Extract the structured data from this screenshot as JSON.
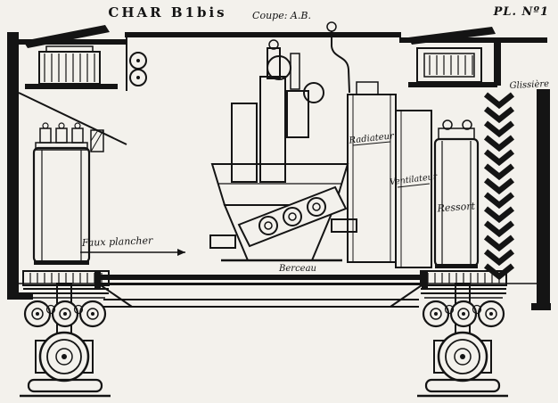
{
  "header": {
    "title": "CHAR B1bis",
    "section_cut": "Coupe: A.B.",
    "plate_number": "PL. Nº1"
  },
  "labels": {
    "glissiere": "Glissière",
    "radiateur": "Radiateur",
    "ventilateur": "Ventilateur",
    "ressort": "Ressort",
    "faux_plancher": "Faux plancher",
    "berceau": "Berceau"
  },
  "colors": {
    "paper": "#f3f1ec",
    "ink": "#141414"
  }
}
